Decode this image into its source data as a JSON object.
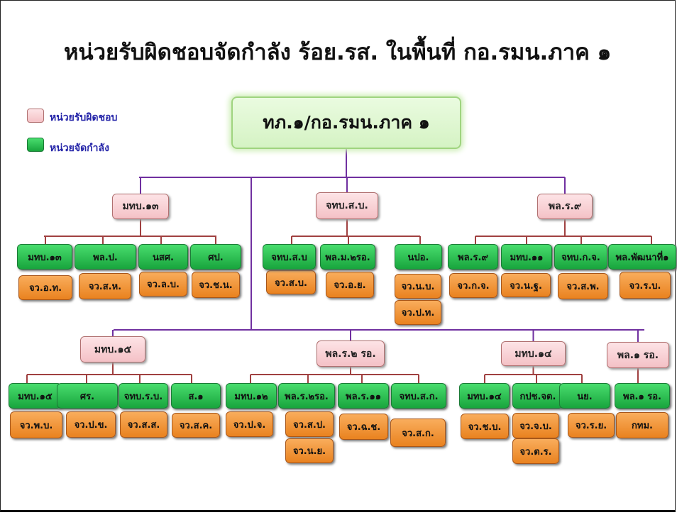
{
  "title": "หน่วยรับผิดชอบจัดกำลัง ร้อย.รส. ในพื้นที่ กอ.รมน.ภาค ๑",
  "colors": {
    "responsible": "#f4c1c6",
    "force": "#22b347",
    "province": "#f0922e",
    "connector": "#7030a0",
    "connector_sub": "#a04040"
  },
  "legend": [
    {
      "label": "หน่วยรับผิดชอบ",
      "color": "#f4c1c6"
    },
    {
      "label": "หน่วยจัดกำลัง",
      "color": "#22b347"
    }
  ],
  "root": "ทภ.๑/กอ.รมน.ภาค ๑",
  "groups": [
    {
      "name": "มทบ.๑๓",
      "units": [
        {
          "name": "มทบ.๑๓",
          "provinces": [
            "จว.อ.ท."
          ]
        },
        {
          "name": "พล.ป.",
          "provinces": [
            "จว.ส.ห."
          ]
        },
        {
          "name": "นสศ.",
          "provinces": [
            "จว.ล.บ."
          ]
        },
        {
          "name": "ศป.",
          "provinces": [
            "จว.ช.น."
          ]
        }
      ]
    },
    {
      "name": "จทบ.ส.บ.",
      "units": [
        {
          "name": "จทบ.ส.บ",
          "provinces": [
            "จว.ส.บ."
          ]
        },
        {
          "name": "พล.ม.๒รอ.",
          "provinces": [
            "จว.อ.ย."
          ]
        },
        {
          "name": "นปอ.",
          "provinces": [
            "จว.น.บ.",
            "จว.ป.ท."
          ]
        }
      ]
    },
    {
      "name": "พล.ร.๙",
      "units": [
        {
          "name": "พล.ร.๙",
          "provinces": [
            "จว.ก.จ."
          ]
        },
        {
          "name": "มทบ.๑๑",
          "provinces": [
            "จว.น.ฐ."
          ]
        },
        {
          "name": "จทบ.ก.จ.",
          "provinces": [
            "จว.ส.พ."
          ]
        },
        {
          "name": "พล.พัฒนาที่๑",
          "provinces": [
            "จว.ร.บ."
          ]
        }
      ]
    },
    {
      "name": "มทบ.๑๕",
      "units": [
        {
          "name": "มทบ.๑๕",
          "provinces": [
            "จว.พ.บ."
          ]
        },
        {
          "name": "ศร.",
          "provinces": [
            "จว.ป.ข."
          ]
        },
        {
          "name": "จทบ.ร.บ.",
          "provinces": [
            "จว.ส.ส."
          ]
        },
        {
          "name": "ส.๑",
          "provinces": [
            "จว.ส.ค."
          ]
        }
      ]
    },
    {
      "name": "พล.ร.๒ รอ.",
      "units": [
        {
          "name": "มทบ.๑๒",
          "provinces": [
            "จว.ป.จ."
          ]
        },
        {
          "name": "พล.ร.๒รอ.",
          "provinces": [
            "จว.ส.ป.",
            "จว.น.ย."
          ]
        },
        {
          "name": "พล.ร.๑๑",
          "provinces": [
            "จว.ฉ.ช."
          ]
        },
        {
          "name": "จทบ.ส.ก.",
          "provinces": [
            "จว.ส.ก."
          ]
        }
      ]
    },
    {
      "name": "มทบ.๑๔",
      "units": [
        {
          "name": "มทบ.๑๔",
          "provinces": [
            "จว.ช.บ."
          ]
        },
        {
          "name": "กปช.จต.",
          "provinces": [
            "จว.จ.บ.",
            "จว.ต.ร."
          ]
        },
        {
          "name": "นย.",
          "provinces": [
            "จว.ร.ย."
          ]
        }
      ]
    },
    {
      "name": "พล.๑ รอ.",
      "units": [
        {
          "name": "พล.๑ รอ.",
          "provinces": [
            "กทม."
          ]
        }
      ]
    }
  ]
}
